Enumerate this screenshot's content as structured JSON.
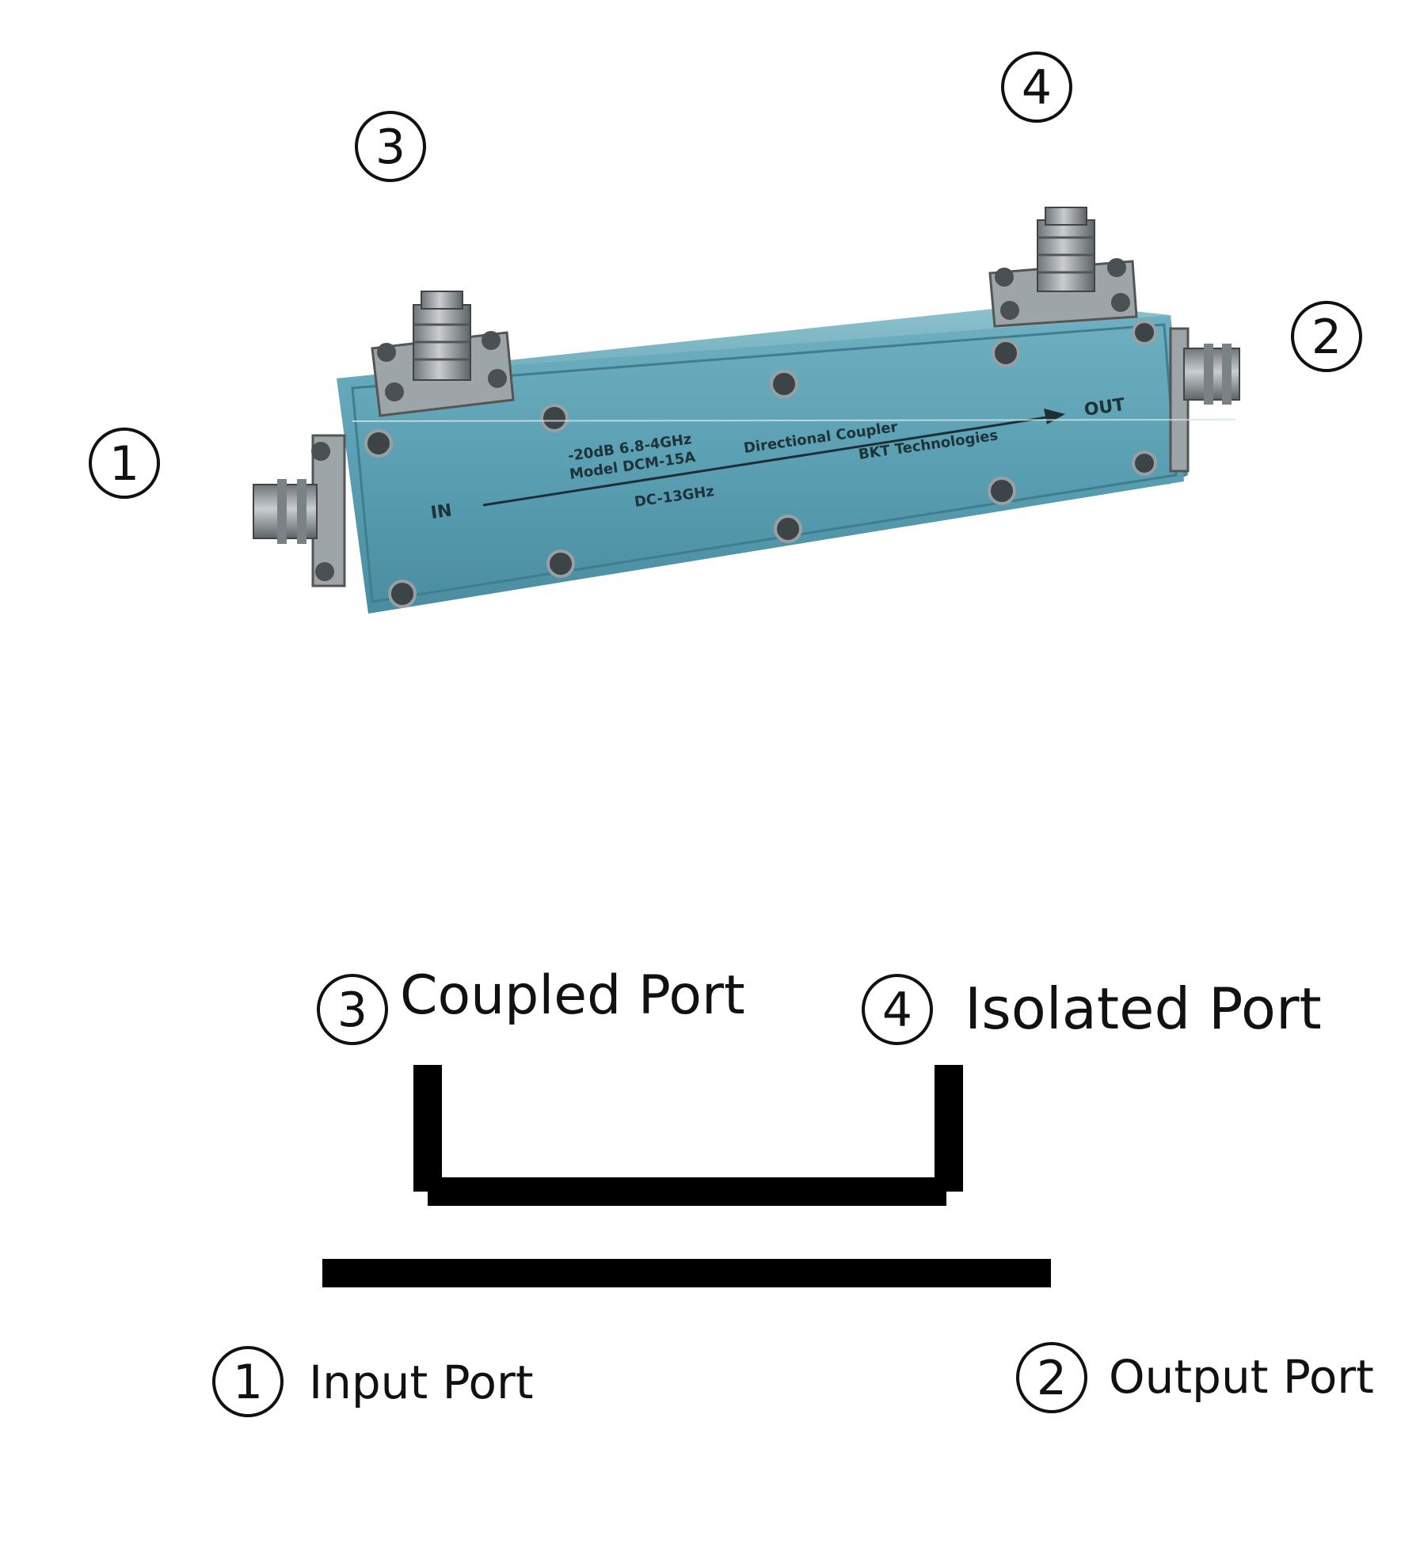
{
  "photo": {
    "port_markers": {
      "p1": "1",
      "p2": "2",
      "p3": "3",
      "p4": "4"
    },
    "body_text": {
      "in": "IN",
      "out": "OUT",
      "spec_line1": "-20dB  6.8-4GHz",
      "spec_line2": "Model DCM-15A",
      "freq": "DC-13GHz",
      "product": "Directional Coupler",
      "maker": "BKT Technologies"
    },
    "body_color": "#5fa1b3"
  },
  "schematic": {
    "ports": [
      {
        "num": "3",
        "label": "Coupled Port"
      },
      {
        "num": "4",
        "label": "Isolated Port"
      },
      {
        "num": "1",
        "label": "Input Port"
      },
      {
        "num": "2",
        "label": "Output Port"
      }
    ]
  }
}
